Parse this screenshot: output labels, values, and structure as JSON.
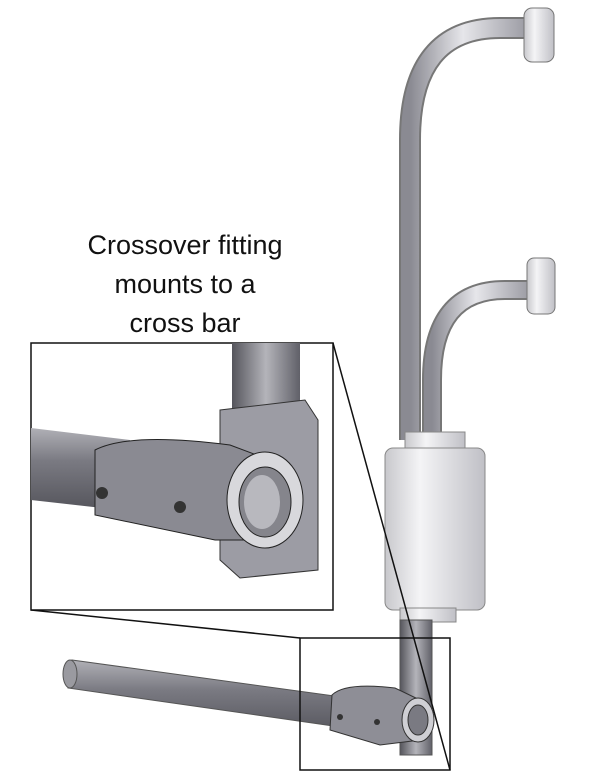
{
  "caption": {
    "lines": [
      "Crossover fitting",
      "mounts to a",
      "cross bar"
    ]
  },
  "colors": {
    "metal_dark": "#6e6e74",
    "metal_mid": "#a8a8b0",
    "metal_light": "#e2e2e6",
    "outline": "#111111"
  }
}
